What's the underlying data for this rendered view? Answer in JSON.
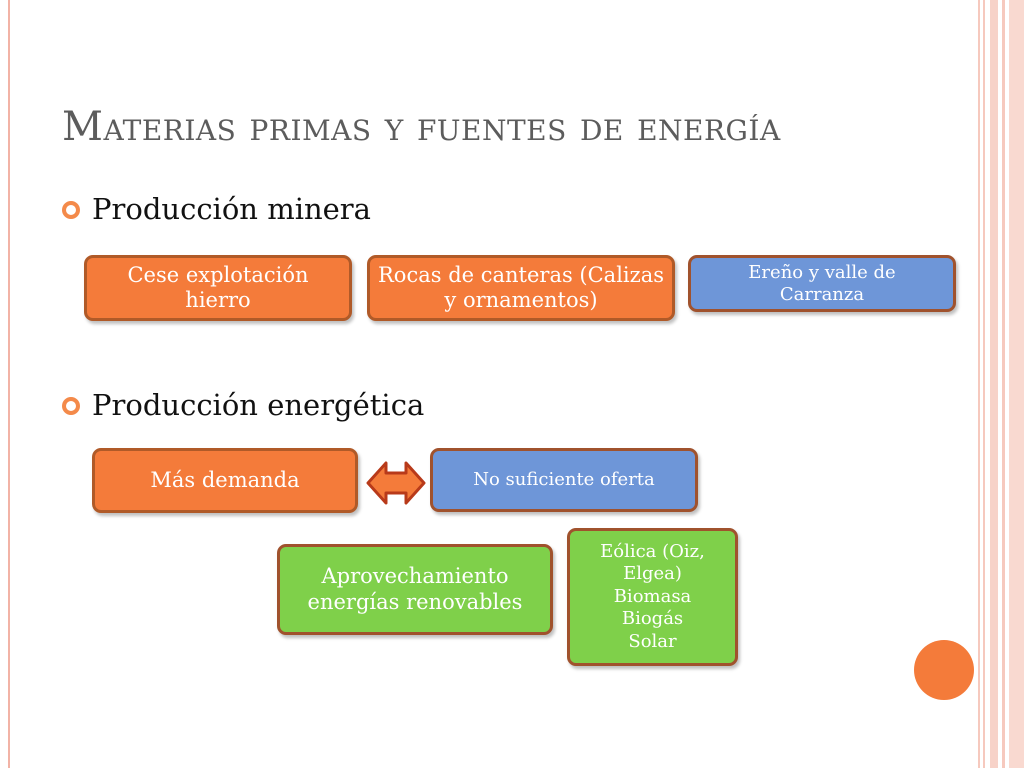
{
  "slide": {
    "title": "Materias primas y fuentes de energía"
  },
  "bullets": [
    {
      "text": "Producción minera"
    },
    {
      "text": "Producción energética"
    }
  ],
  "boxes": {
    "cese": "Cese explotación hierro",
    "rocas": "Rocas de canteras (Calizas y ornamentos)",
    "ereno": "Ereño y valle de Carranza",
    "demanda": "Más demanda",
    "oferta": "No suficiente oferta",
    "aprovechamiento": "Aprovechamiento energías renovables",
    "renovables_lines": [
      "Eólica (Oiz, Elgea)",
      "Biomasa",
      "Biogás",
      "Solar"
    ]
  },
  "colors": {
    "orange": "#f47b3a",
    "blue": "#6e96d8",
    "green": "#7fd04a",
    "border": "#b05a28"
  }
}
